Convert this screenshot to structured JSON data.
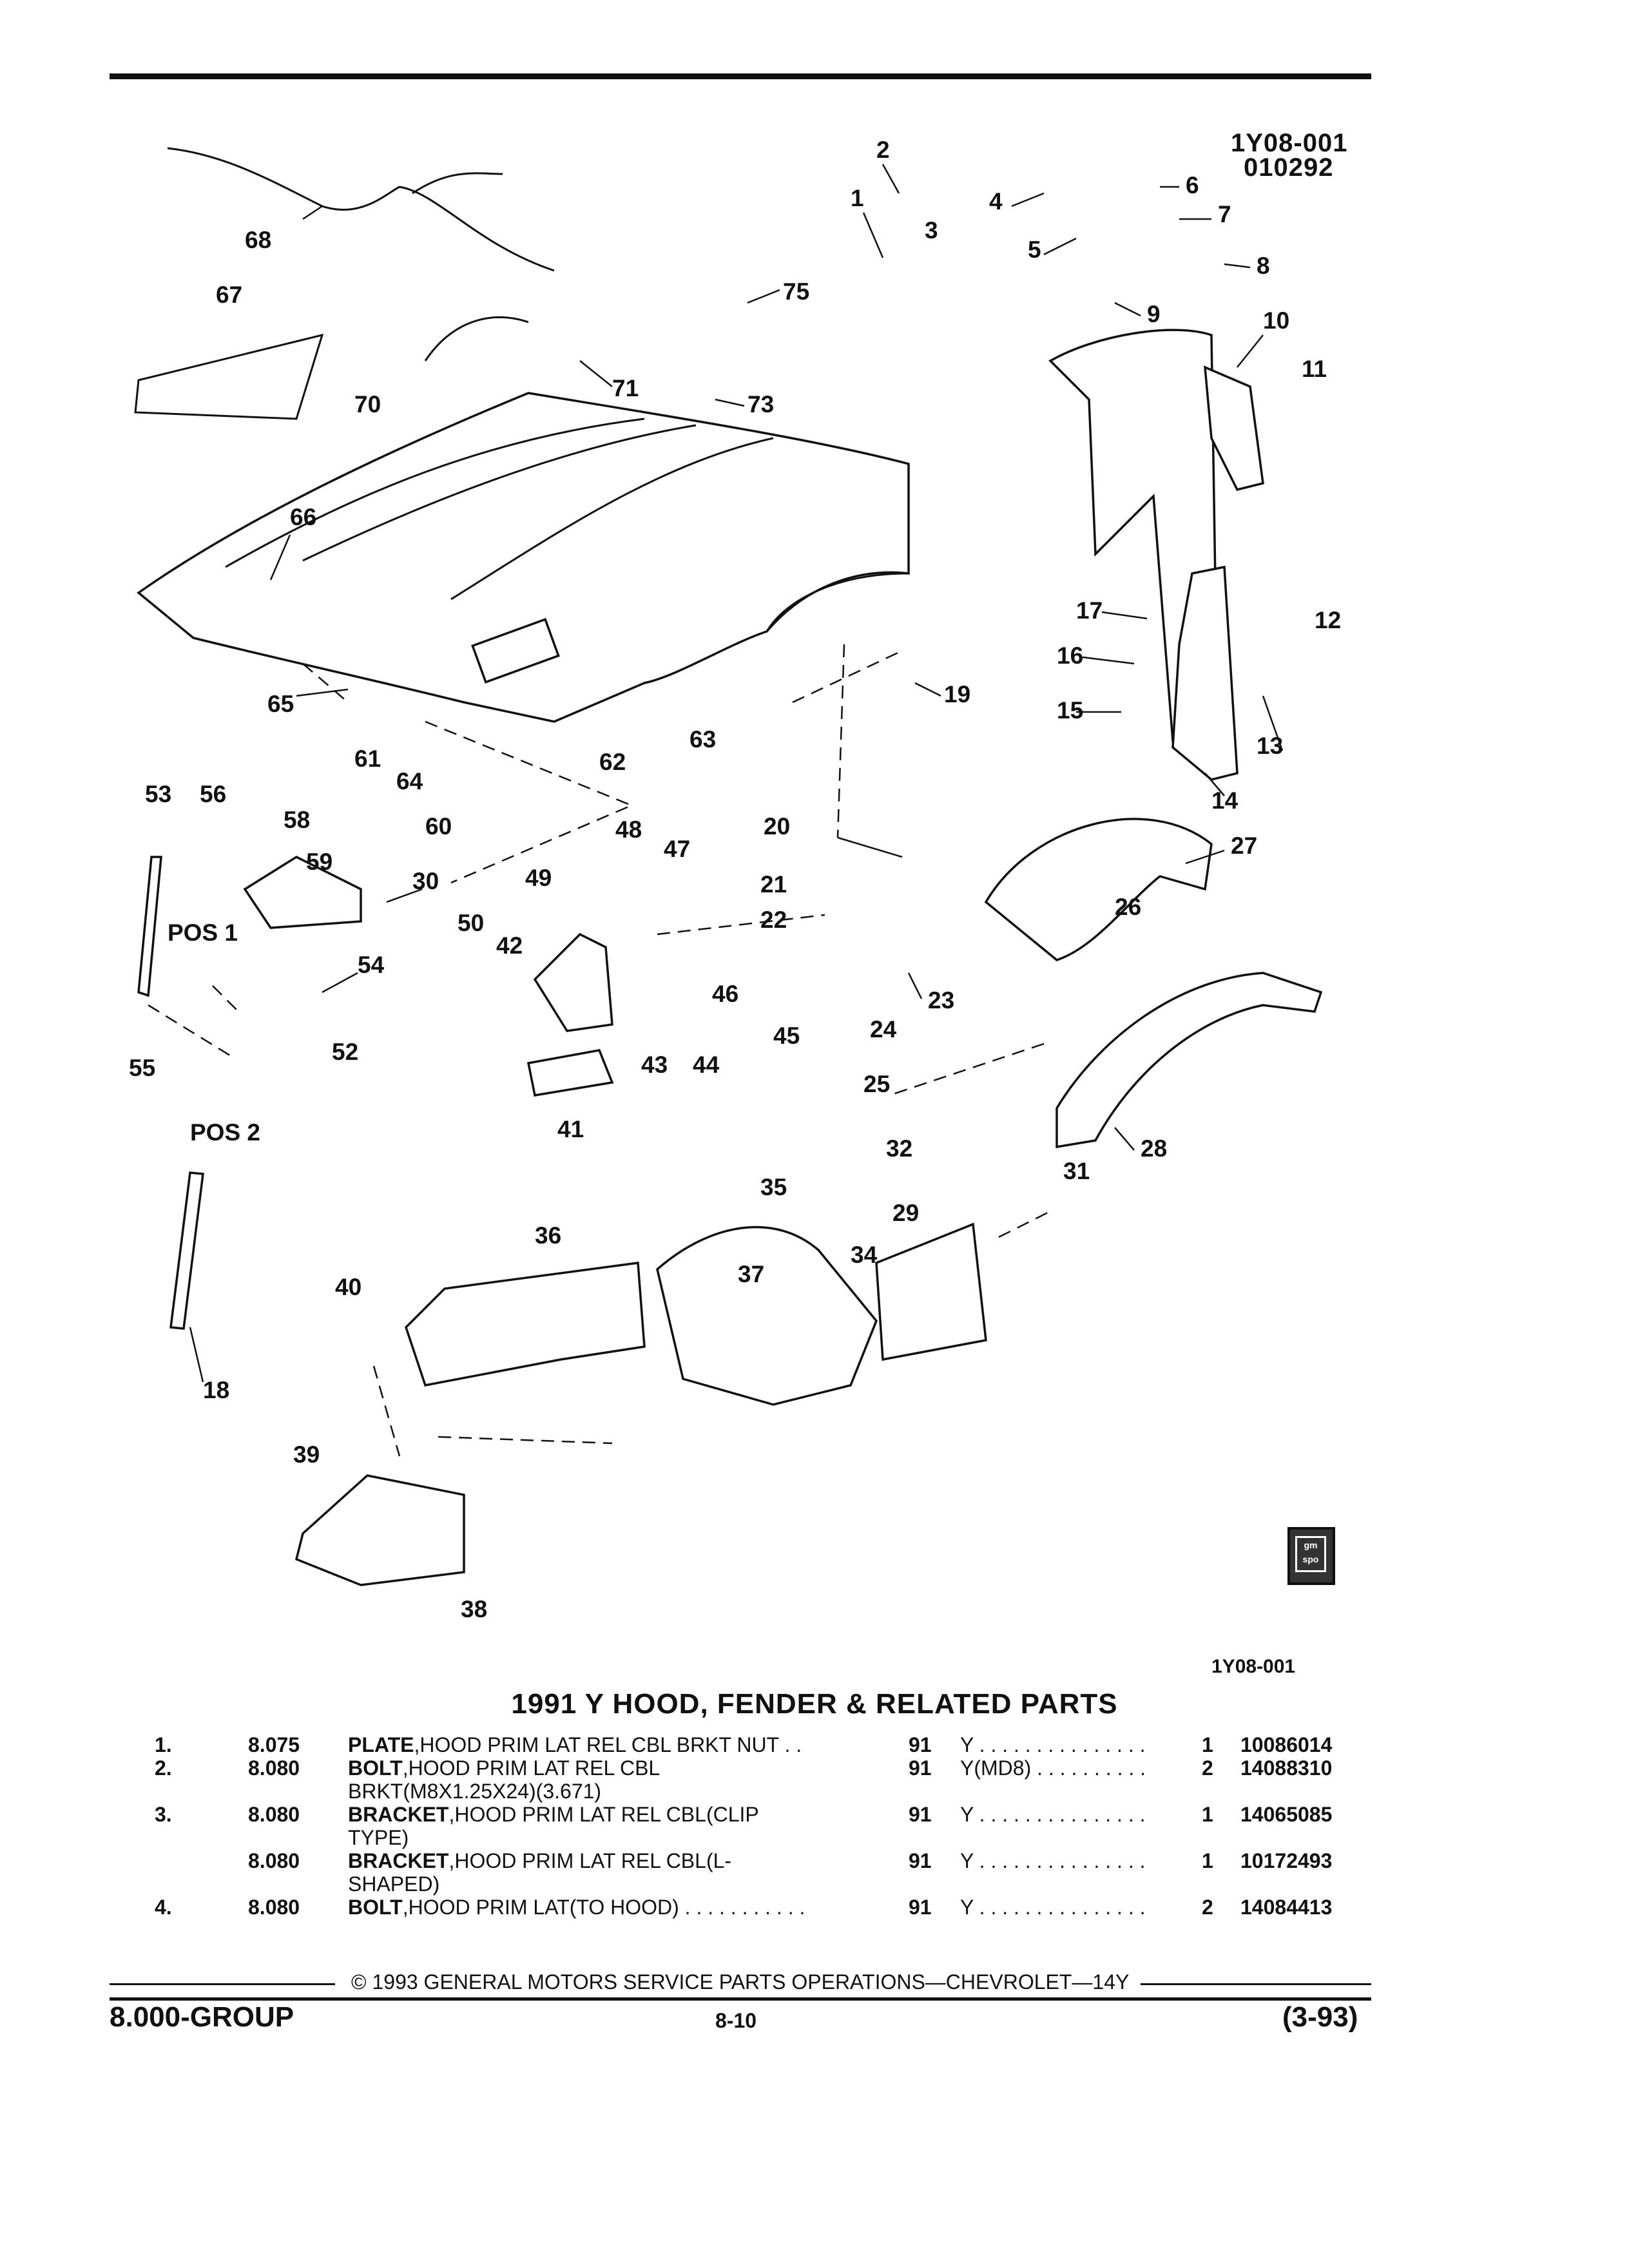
{
  "header": {
    "figure_id": "1Y08-001",
    "figure_date": "010292"
  },
  "diagram": {
    "callouts": [
      "1",
      "2",
      "3",
      "4",
      "5",
      "6",
      "7",
      "8",
      "9",
      "10",
      "11",
      "12",
      "13",
      "14",
      "15",
      "16",
      "17",
      "18",
      "19",
      "20",
      "21",
      "22",
      "23",
      "24",
      "25",
      "26",
      "27",
      "28",
      "29",
      "30",
      "31",
      "32",
      "34",
      "35",
      "36",
      "37",
      "38",
      "39",
      "40",
      "41",
      "42",
      "43",
      "44",
      "45",
      "46",
      "47",
      "48",
      "49",
      "50",
      "52",
      "53",
      "54",
      "55",
      "56",
      "58",
      "59",
      "60",
      "61",
      "62",
      "63",
      "64",
      "65",
      "66",
      "67",
      "68",
      "70",
      "71",
      "73",
      "75"
    ],
    "pos_labels": [
      "POS 1",
      "POS 2"
    ],
    "figure_caption": "1Y08-001"
  },
  "title": "1991 Y HOOD, FENDER & RELATED PARTS",
  "parts": [
    {
      "num": "1.",
      "group": "8.075",
      "name": "PLATE",
      "desc": ",HOOD PRIM LAT REL CBL BRKT NUT  . .",
      "cont": "",
      "year": "91",
      "model": "Y  . . . . . . . . . . . . . . .",
      "qty": "1",
      "part_no": "10086014"
    },
    {
      "num": "2.",
      "group": "8.080",
      "name": "BOLT",
      "desc": ",HOOD PRIM LAT REL CBL",
      "cont": "BRKT(M8X1.25X24)(3.671)",
      "year": "91",
      "model": "Y(MD8)  . . . . . . . . . .",
      "qty": "2",
      "part_no": "14088310"
    },
    {
      "num": "3.",
      "group": "8.080",
      "name": "BRACKET",
      "desc": ",HOOD PRIM LAT REL CBL(CLIP",
      "cont": "TYPE)",
      "year": "91",
      "model": "Y  . . . . . . . . . . . . . . .",
      "qty": "1",
      "part_no": "14065085"
    },
    {
      "num": "",
      "group": "8.080",
      "name": "BRACKET",
      "desc": ",HOOD PRIM LAT REL CBL(L-",
      "cont": "SHAPED)",
      "year": "91",
      "model": "Y  . . . . . . . . . . . . . . .",
      "qty": "1",
      "part_no": "10172493"
    },
    {
      "num": "4.",
      "group": "8.080",
      "name": "BOLT",
      "desc": ",HOOD PRIM LAT(TO HOOD)  . . . . . . . . . . .",
      "cont": "",
      "year": "91",
      "model": "Y  . . . . . . . . . . . . . . .",
      "qty": "2",
      "part_no": "14084413"
    }
  ],
  "footer": {
    "copyright": "© 1993  GENERAL MOTORS SERVICE PARTS OPERATIONS—CHEVROLET—14Y",
    "group": "8.000-GROUP",
    "page": "8-10",
    "date": "(3-93)"
  },
  "logo_text": "gm spo"
}
